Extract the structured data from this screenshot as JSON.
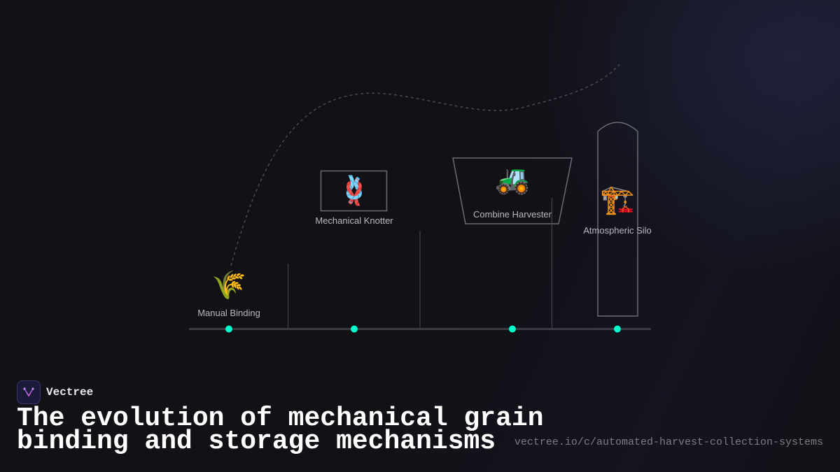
{
  "brand": {
    "name": "Vectree"
  },
  "title": "The evolution of mechanical grain binding and storage mechanisms",
  "url": "vectree.io/c/automated-harvest-collection-systems",
  "colors": {
    "accent": "#00ffcc",
    "background": "#111116",
    "outline": "#6b6b73"
  },
  "milestones": [
    {
      "label": "Manual Binding",
      "icon": "sheaf-of-rice-icon",
      "glyph": "🌾"
    },
    {
      "label": "Mechanical Knotter",
      "icon": "knot-icon",
      "glyph": "🪢"
    },
    {
      "label": "Combine Harvester",
      "icon": "tractor-icon",
      "glyph": "🚜"
    },
    {
      "label": "Atmospheric Silo",
      "icon": "building-construction-icon",
      "glyph": "🏗️"
    }
  ]
}
